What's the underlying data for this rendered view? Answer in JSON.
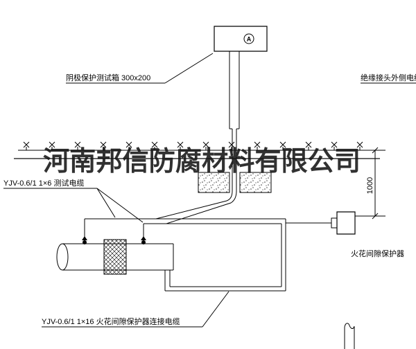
{
  "labels": {
    "test_box_label": "阴极保护测试箱 300x200",
    "insulation_joint_cable": "绝缘接头外侧电缆",
    "test_cable": "YJV-0.6/1 1×6  测试电缆",
    "dimension_1000": "1000",
    "spark_gap_protector": "火花间隙保护器",
    "spark_gap_cable": "YJV-0.6/1 1×16  火花间隙保护器连接电缆",
    "ammeter": "A"
  },
  "watermark": {
    "text": "河南邦信防腐材料有限公司"
  },
  "colors": {
    "line": "#000000",
    "background": "#ffffff",
    "watermark": "#141414"
  }
}
